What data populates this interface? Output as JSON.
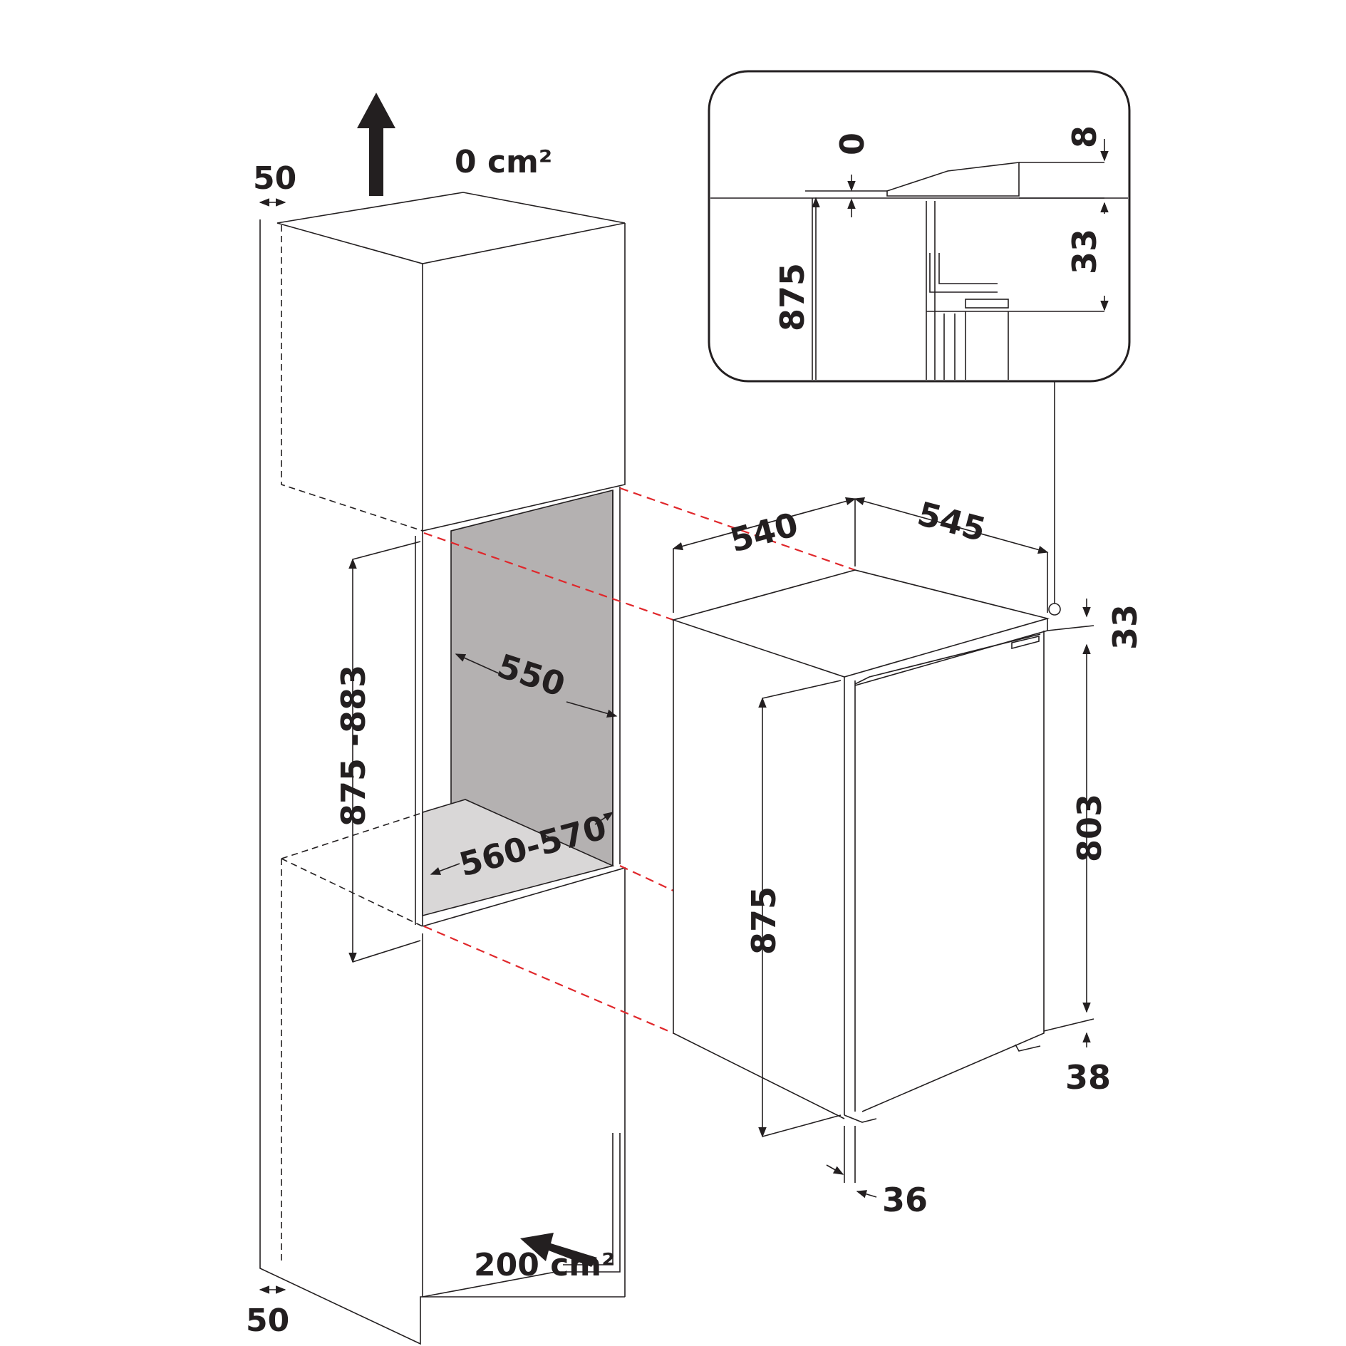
{
  "labels": {
    "top_clearance": "50",
    "bottom_clearance": "50",
    "vent_top": "0",
    "vent_bottom": "200",
    "unit_cm2": "cm²",
    "niche_height": "875 -883",
    "niche_width": "550",
    "niche_depth": "560-570",
    "appliance_width": "540",
    "appliance_depth": "545",
    "appliance_height": "875",
    "door_height": "803",
    "top_gap": "33",
    "bottom_gap": "38",
    "door_offset": "36",
    "detail_height": "875",
    "detail_gap_zero": "0",
    "detail_gap_8": "8",
    "detail_gap_33": "33"
  },
  "colors": {
    "line": "#231f20",
    "niche_fill": "#b4b1b1",
    "floor_fill": "#d9d7d7",
    "alignment_dash": "#e0272b"
  },
  "icons": [
    "airflow-up-arrow-icon",
    "airflow-in-arrow-icon"
  ]
}
